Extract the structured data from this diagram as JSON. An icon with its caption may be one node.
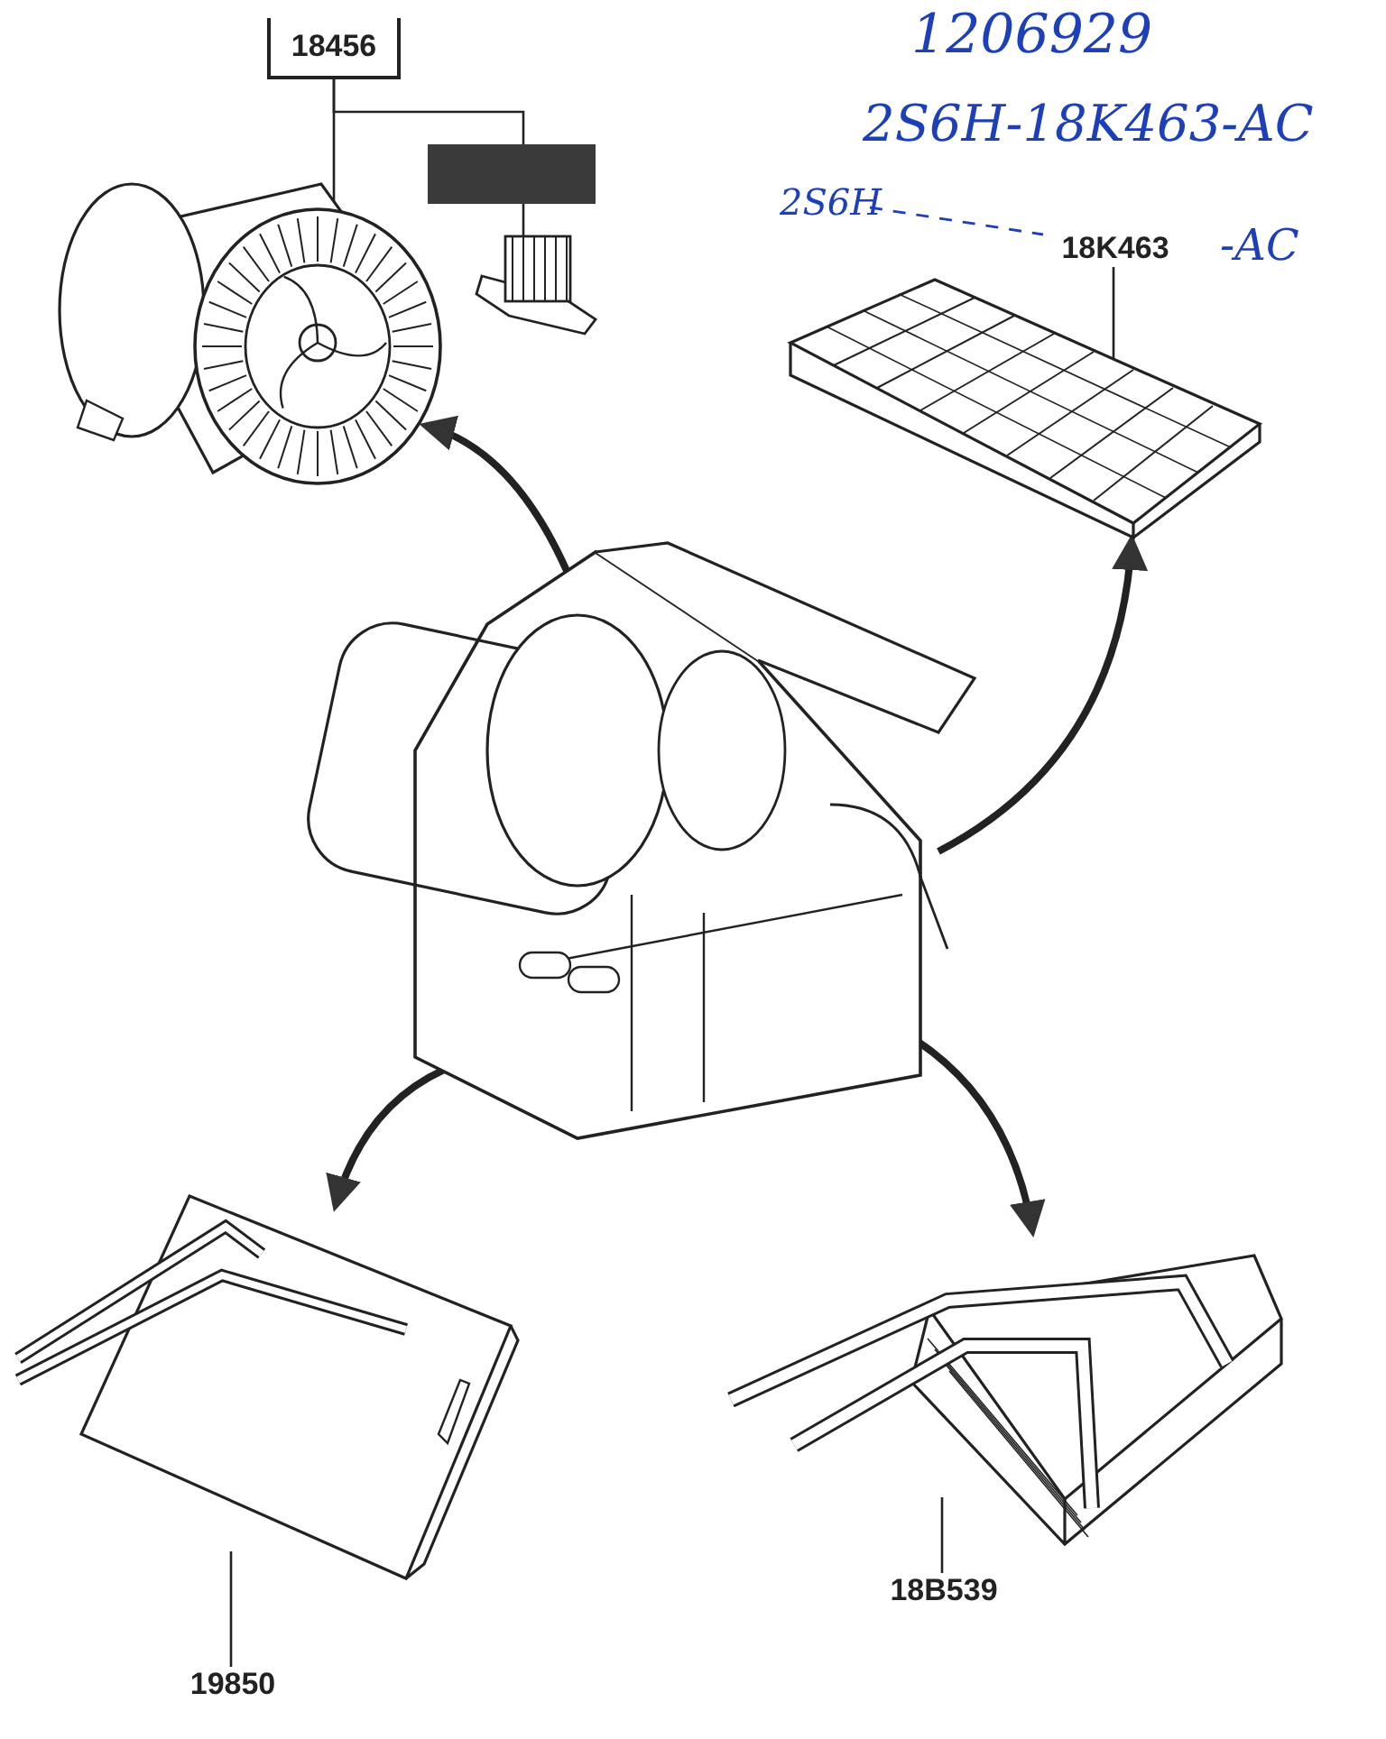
{
  "diagram": {
    "nodes": [
      {
        "text": [
          "18456"
        ]
      },
      {
        "text": [],
        "shape": "picture"
      },
      {
        "text": [],
        "shape": "picture"
      },
      {
        "text": [
          "18K463"
        ]
      },
      {
        "text": [],
        "shape": "picture"
      },
      {
        "text": [],
        "shape": "picture"
      },
      {
        "text": [
          "19850"
        ]
      },
      {
        "text": [],
        "shape": "picture"
      },
      {
        "text": [
          "18B539"
        ]
      },
      {
        "text": [],
        "shape": "picture"
      }
    ],
    "edges": [
      {
        "from": 0,
        "to": 1,
        "arrow": "none"
      },
      {
        "from": 0,
        "to": 2,
        "arrow": "none"
      },
      {
        "from": 3,
        "to": 4,
        "arrow": "none"
      },
      {
        "from": 6,
        "to": 7,
        "arrow": "none"
      },
      {
        "from": 8,
        "to": 9,
        "arrow": "none"
      },
      {
        "from": 5,
        "to": 1,
        "arrow": "to",
        "style": "thick"
      },
      {
        "from": 5,
        "to": 4,
        "arrow": "to",
        "style": "thick"
      },
      {
        "from": 5,
        "to": 7,
        "arrow": "to",
        "style": "thick"
      },
      {
        "from": 5,
        "to": 9,
        "arrow": "to",
        "style": "thick"
      }
    ],
    "labels": [
      "1206929",
      "2S6H-18K463-AC",
      "2S6H",
      "-AC"
    ]
  }
}
